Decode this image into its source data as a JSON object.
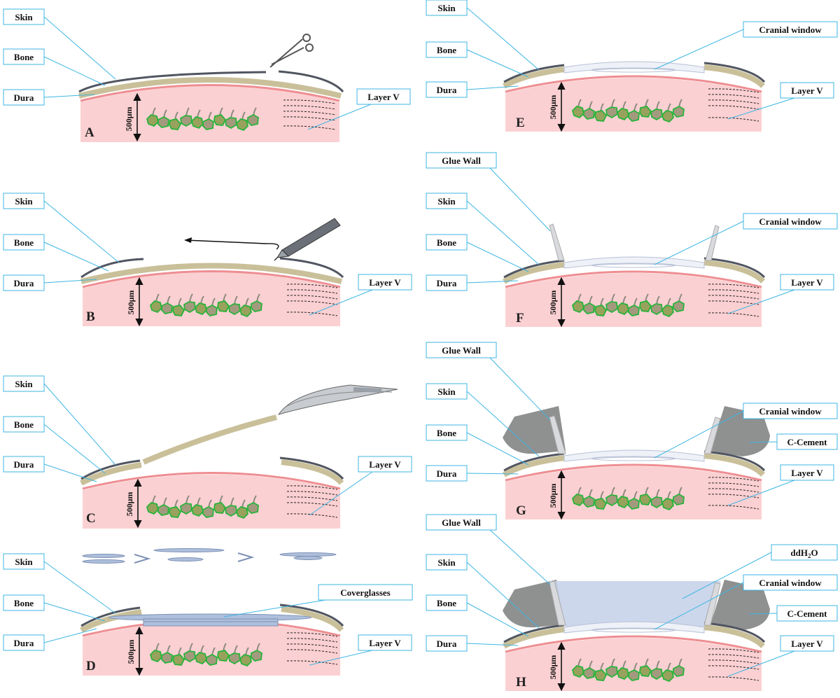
{
  "colors": {
    "tissue": "#fbd0d2",
    "dura": "#ee8e92",
    "bone": "#c9c09a",
    "skin": "#505560",
    "leader": "#3fb6e3",
    "neuron_fill": "#98a25c",
    "neuron_edge": "#27b43a",
    "glass": "#aebfdc",
    "cement": "#8f9090",
    "water": "#c6d3ea"
  },
  "scale_label": "500μm",
  "panels": [
    {
      "id": "A",
      "letter": "A",
      "labels": [
        "Skin",
        "Bone",
        "Dura",
        "Layer V"
      ],
      "tool": "scissors-icon"
    },
    {
      "id": "B",
      "letter": "B",
      "labels": [
        "Skin",
        "Bone",
        "Dura",
        "Layer V"
      ],
      "tool": "drill-icon"
    },
    {
      "id": "C",
      "letter": "C",
      "labels": [
        "Skin",
        "Bone",
        "Dura",
        "Layer V"
      ],
      "tool": "forceps-icon"
    },
    {
      "id": "D",
      "letter": "D",
      "labels": [
        "Skin",
        "Bone",
        "Dura",
        "Coverglasses",
        "Layer V"
      ]
    },
    {
      "id": "E",
      "letter": "E",
      "labels": [
        "Skin",
        "Bone",
        "Dura",
        "Cranial window",
        "Layer V"
      ]
    },
    {
      "id": "F",
      "letter": "F",
      "labels": [
        "Glue Wall",
        "Skin",
        "Bone",
        "Dura",
        "Cranial window",
        "Layer V"
      ]
    },
    {
      "id": "G",
      "letter": "G",
      "labels": [
        "Glue Wall",
        "Skin",
        "Bone",
        "Dura",
        "Cranial window",
        "C-Cement",
        "Layer V"
      ]
    },
    {
      "id": "H",
      "letter": "H",
      "labels": [
        "Glue Wall",
        "Skin",
        "Bone",
        "Dura",
        "ddH",
        "2",
        "O",
        "Cranial window",
        "C-Cement",
        "Layer V"
      ]
    }
  ]
}
